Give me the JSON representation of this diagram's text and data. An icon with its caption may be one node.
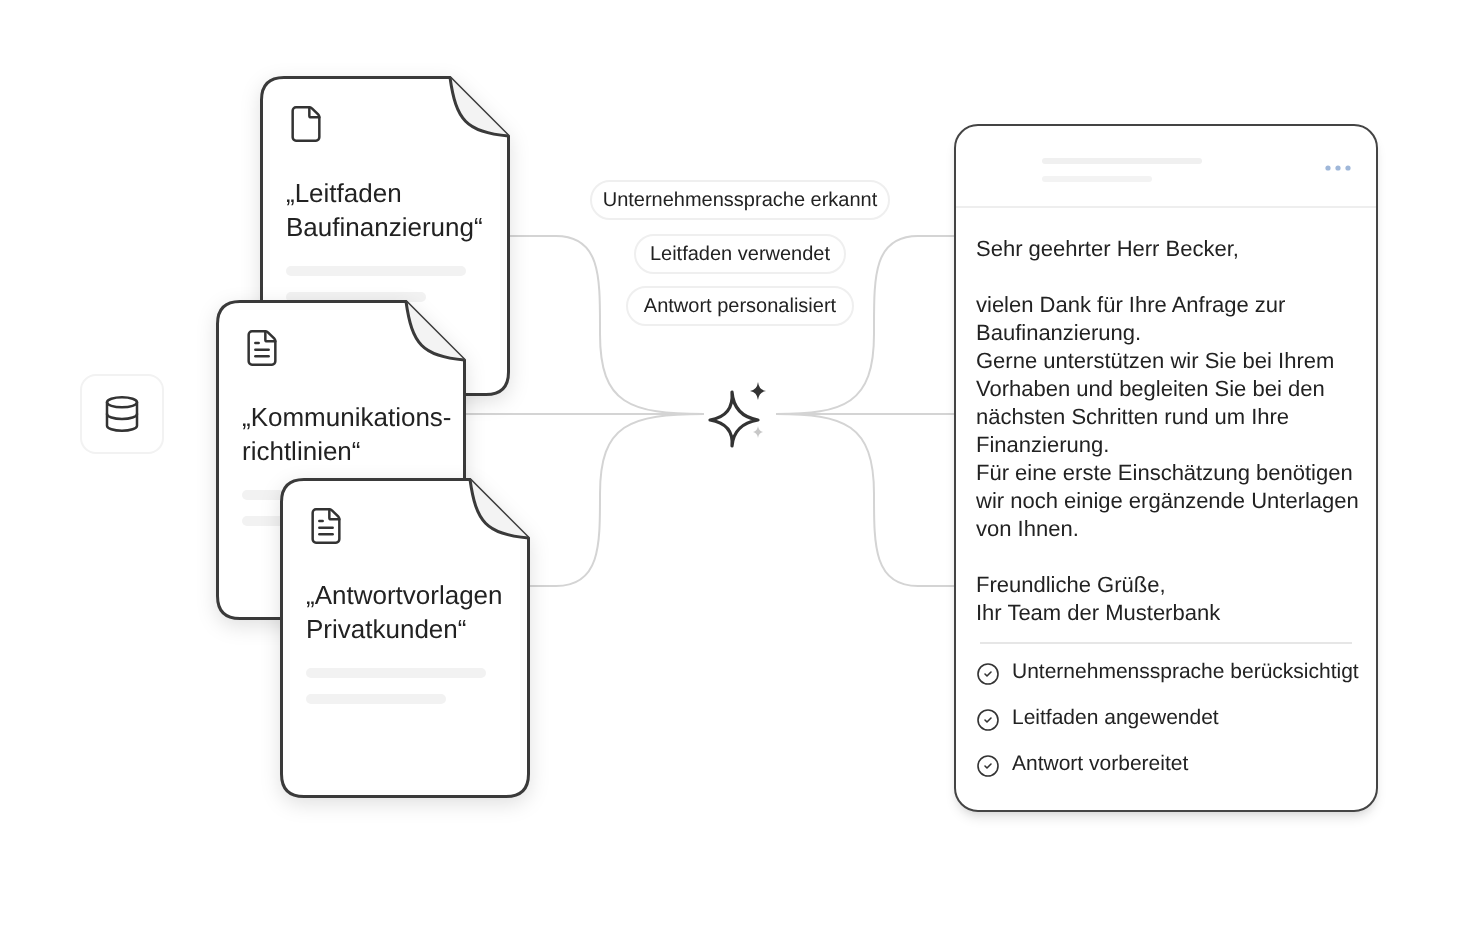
{
  "diagram": {
    "nodes": [
      {
        "text": [
          "„Leitfaden Baufinanzierung“"
        ]
      },
      {
        "text": [
          "„Kommunikations- richtlinien“"
        ]
      },
      {
        "text": [
          "„Antwortvorlagen Privatkunden“"
        ]
      },
      {
        "text": [
          "Unternehmenssprache erkannt"
        ]
      },
      {
        "text": [
          "Leitfaden verwendet"
        ]
      },
      {
        "text": [
          "Antwort personalisiert"
        ]
      },
      {
        "text": [],
        "shape": "picture"
      },
      {
        "text": [
          "Sehr geehrter Herr Becker,",
          "vielen Dank für Ihre Anfrage zur Baufinanzierung.",
          "Gerne unterstützen wir Sie bei Ihrem Vorhaben und begleiten Sie bei den nächsten Schritten rund um Ihre Finanzierung.",
          "Für eine erste Einschätzung benötigen wir noch einige ergänzende Unterlagen von Ihnen.",
          "Freundliche Grüße,",
          "Ihr Team der Musterbank",
          "Unternehmenssprache berücksichtigt",
          "Leitfaden angewendet",
          "Antwort vorbereitet"
        ]
      }
    ],
    "edges": [
      {
        "from": 0,
        "to": 6,
        "arrow": "none"
      },
      {
        "from": 1,
        "to": 6,
        "arrow": "none"
      },
      {
        "from": 2,
        "to": 6,
        "arrow": "none"
      },
      {
        "from": 6,
        "to": 7,
        "arrow": "none"
      },
      {
        "from": 6,
        "to": 7,
        "arrow": "none"
      },
      {
        "from": 6,
        "to": 7,
        "arrow": "none"
      }
    ]
  }
}
